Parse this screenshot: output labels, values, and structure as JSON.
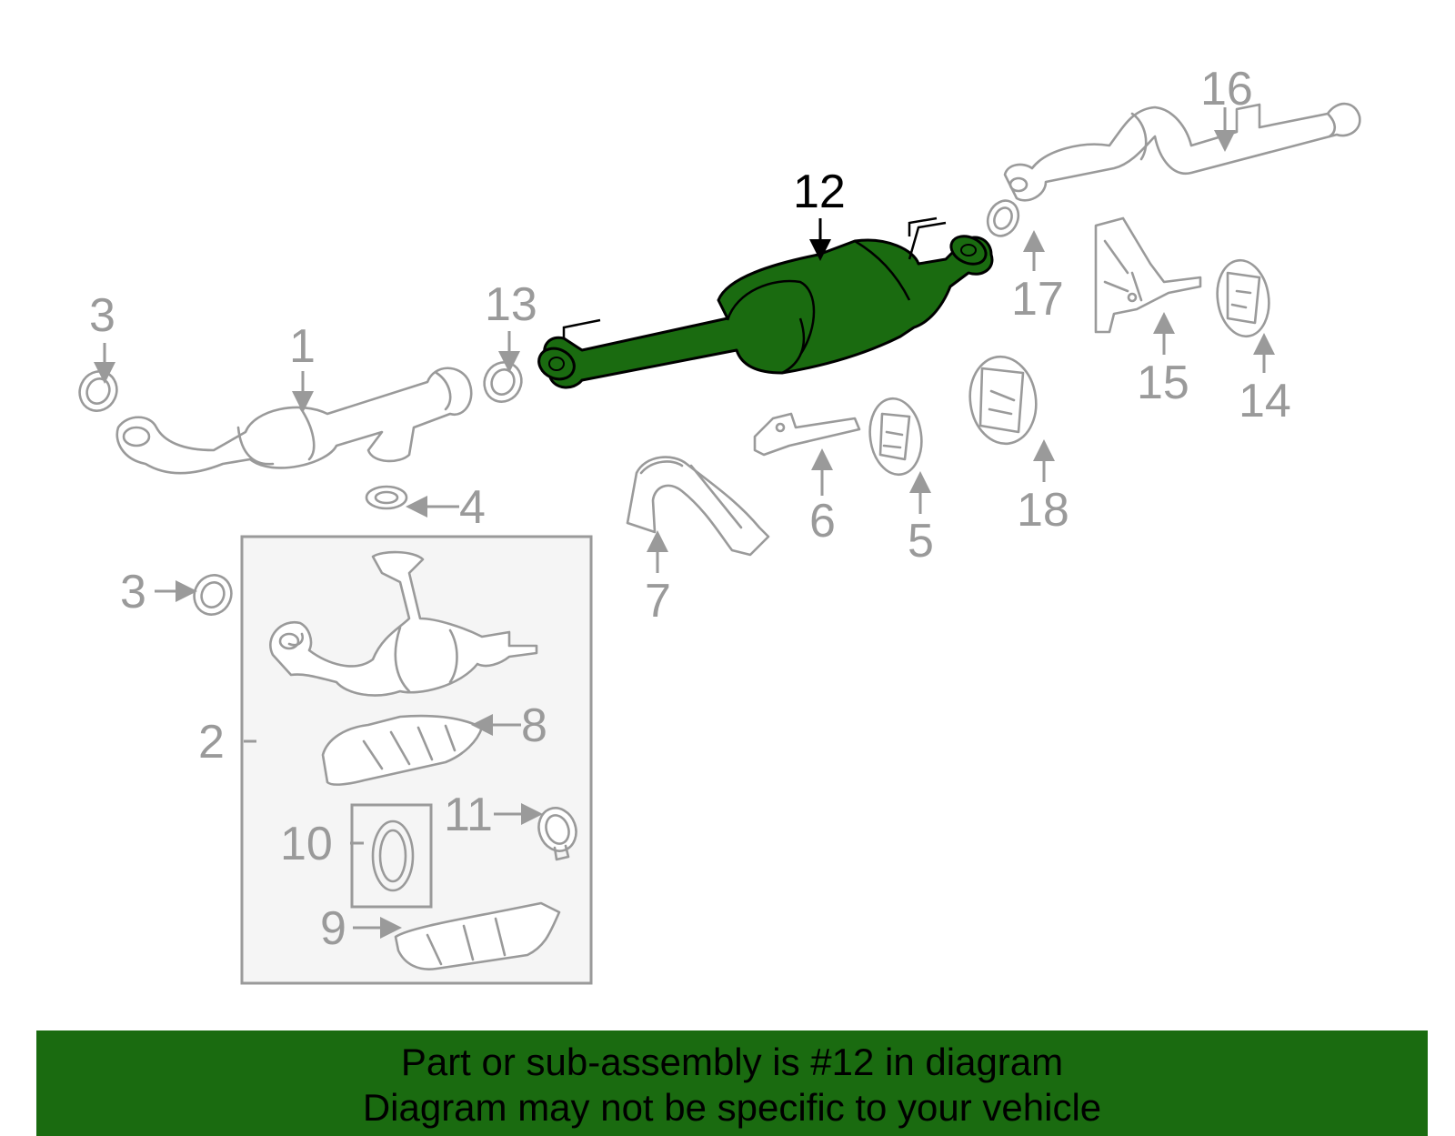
{
  "diagram": {
    "highlight_color": "#1a6b10",
    "callout_color": "#9a9a9a",
    "highlighted_part": "12",
    "callouts": {
      "c1": "1",
      "c2": "2",
      "c3a": "3",
      "c3b": "3",
      "c4": "4",
      "c5": "5",
      "c6": "6",
      "c7": "7",
      "c8": "8",
      "c9": "9",
      "c10": "10",
      "c11": "11",
      "c12": "12",
      "c13": "13",
      "c14": "14",
      "c15": "15",
      "c16": "16",
      "c17": "17",
      "c18": "18"
    }
  },
  "footer": {
    "line1": "Part or sub-assembly is #12 in diagram",
    "line2": "Diagram may not be specific to your vehicle",
    "background": "#1a6b10"
  }
}
